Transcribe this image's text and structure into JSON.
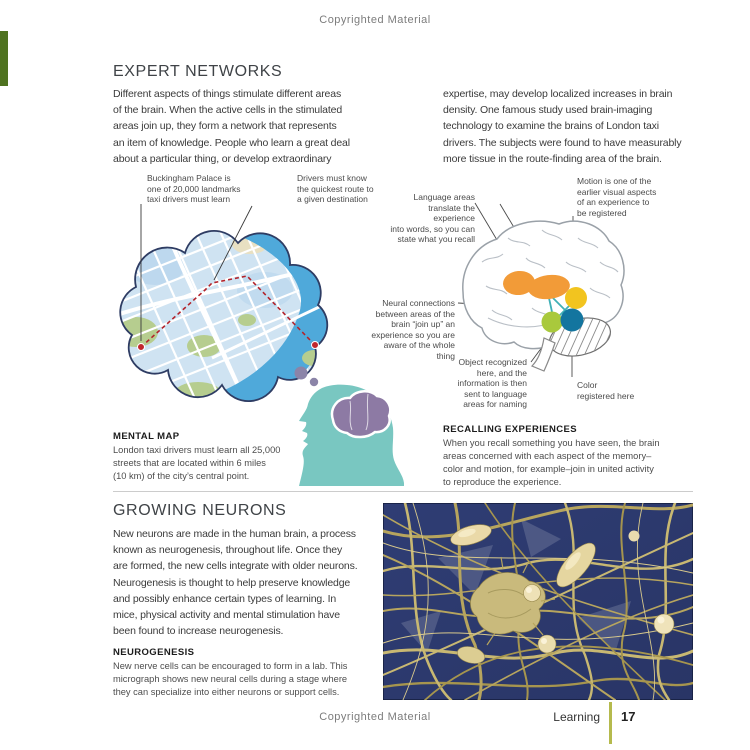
{
  "page": {
    "copyright_top": "Copyrighted Material",
    "copyright_bottom": "Copyrighted Material",
    "footer_section": "Learning",
    "footer_page": "17"
  },
  "expert": {
    "heading": "EXPERT NETWORKS",
    "col1": "Different aspects of things stimulate different areas\nof the brain. When the active cells in the stimulated\nareas join up, they form a network that represents\nan item of knowledge. People who learn a great deal\nabout a particular thing, or develop extraordinary",
    "col2": "expertise, may develop localized increases in brain\ndensity. One famous study used brain-imaging\ntechnology to examine the brains of London taxi\ndrivers. The subjects were found to have measurably\nmore tissue in the route-finding area of the brain."
  },
  "map_fig": {
    "label_buckingham": "Buckingham Palace is\none of 20,000 landmarks\ntaxi drivers must learn",
    "label_drivers": "Drivers must know\nthe quickest route to\na given destination",
    "caption_title": "MENTAL MAP",
    "caption_body": "London taxi drivers must learn all 25,000\nstreets that are located within 6 miles\n(10 km) of the city’s central point."
  },
  "brain_fig": {
    "label_language": "Language areas\ntranslate the experience\ninto words, so you can\nstate what you recall",
    "label_motion": "Motion is one of the\nearlier visual aspects\nof an experience to\nbe registered",
    "label_neural": "Neural connections\nbetween areas of the\nbrain “join up” an\nexperience so you are\naware of the whole thing",
    "label_object": "Object recognized\nhere, and the\ninformation is then\nsent to language\nareas for naming",
    "label_color": "Color\nregistered here",
    "caption_title": "RECALLING EXPERIENCES",
    "caption_body": "When you recall something you have seen, the brain\nareas concerned with each aspect of the memory–\ncolor and motion, for example–join in united activity\nto reproduce the experience."
  },
  "neurons": {
    "heading": "GROWING NEURONS",
    "body": "New neurons are made in the human brain, a process\nknown as neurogenesis, throughout life. Once they\nare formed, the new cells integrate with older neurons.\nNeurogenesis is thought to help preserve knowledge\nand possibly enhance certain types of learning. In\nmice, physical activity and mental stimulation have\nbeen found to increase neurogenesis.",
    "caption_title": "NEUROGENESIS",
    "caption_body": "New nerve cells can be encouraged to form in a lab. This\nmicrograph shows new neural cells during a stage where\nthey can specialize into either neurons or support cells."
  },
  "colors": {
    "area_orange": "#f29b38",
    "area_yellow": "#f2c41f",
    "area_green": "#a9c93c",
    "area_blue": "#13759f",
    "link_teal": "#3fb0b6",
    "river_blue": "#4fa9da",
    "map_base": "#cfe3f2",
    "route_red": "#b3232b",
    "head_teal": "#79c7c1",
    "brain_purple": "#8d7aa4",
    "photo_navy": "#2f3d74",
    "footer_bar_olive": "#b5ba4d",
    "edge_green": "#4f7320"
  }
}
